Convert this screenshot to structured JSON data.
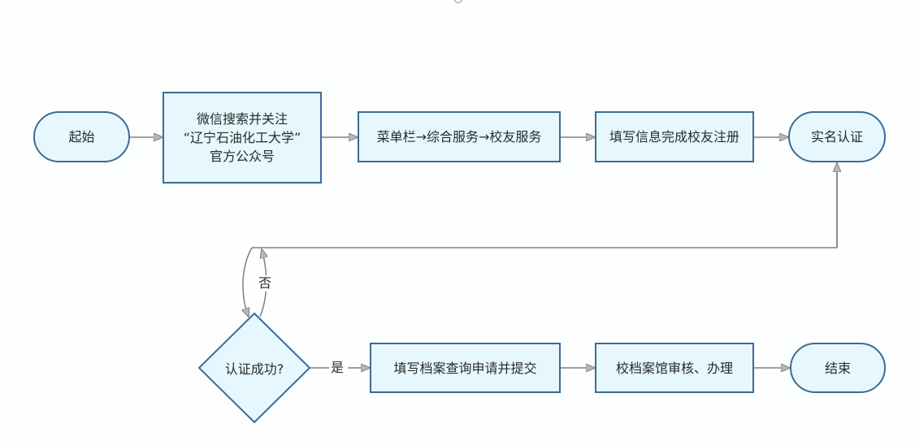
{
  "diagram": {
    "type": "flowchart",
    "nodes": {
      "start": {
        "shape": "terminal",
        "label": "起始"
      },
      "follow_account": {
        "shape": "process",
        "lines": [
          "微信搜索并关注",
          "“辽宁石油化工大学”",
          "官方公众号"
        ]
      },
      "menu_path": {
        "shape": "process",
        "label": "菜单栏→综合服务→校友服务"
      },
      "register": {
        "shape": "process",
        "label": "填写信息完成校友注册"
      },
      "real_name": {
        "shape": "terminal",
        "label": "实名认证"
      },
      "decision": {
        "shape": "decision",
        "label": "认证成功?"
      },
      "submit_query": {
        "shape": "process",
        "label": "填写档案查询申请并提交"
      },
      "archive_review": {
        "shape": "process",
        "label": "校档案馆审核、办理"
      },
      "end": {
        "shape": "terminal",
        "label": "结束"
      }
    },
    "edges": [
      {
        "from": "start",
        "to": "follow_account",
        "label": ""
      },
      {
        "from": "follow_account",
        "to": "menu_path",
        "label": ""
      },
      {
        "from": "menu_path",
        "to": "register",
        "label": ""
      },
      {
        "from": "register",
        "to": "real_name",
        "label": ""
      },
      {
        "from": "real_name",
        "to": "decision",
        "label": ""
      },
      {
        "from": "decision",
        "to": "real_name",
        "label": "否"
      },
      {
        "from": "decision",
        "to": "submit_query",
        "label": "是"
      },
      {
        "from": "submit_query",
        "to": "archive_review",
        "label": ""
      },
      {
        "from": "archive_review",
        "to": "end",
        "label": ""
      }
    ],
    "edge_labels": {
      "no": "否",
      "yes": "是"
    },
    "colors": {
      "node_fill": "#e6f8fd",
      "node_border": "#3d6a94",
      "edge": "#7a8087",
      "text": "#2a2a2a"
    }
  }
}
